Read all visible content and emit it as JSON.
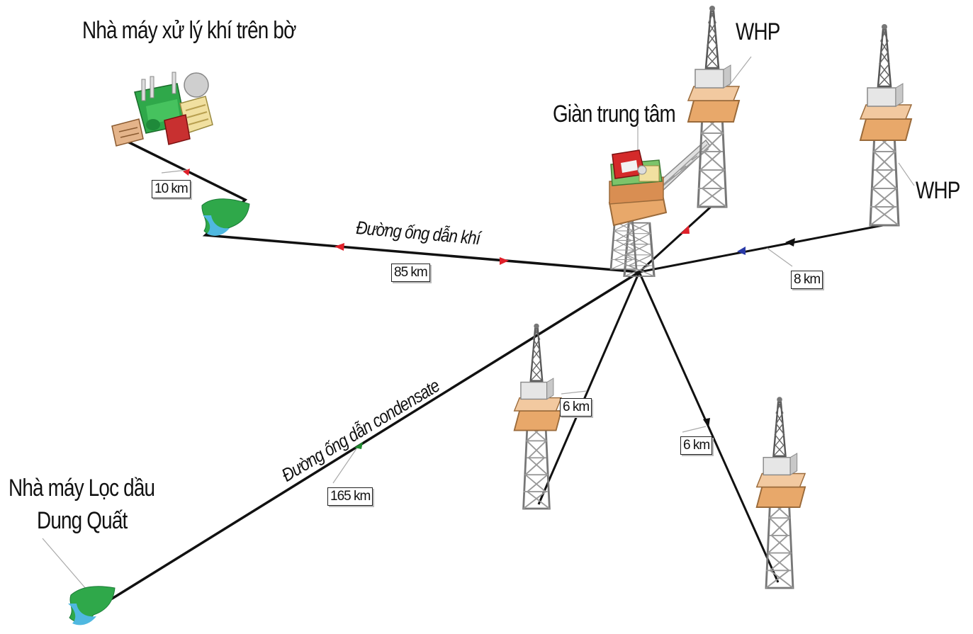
{
  "labels": {
    "gas_plant": "Nhà máy xử lý khí trên bờ",
    "wellhead_top": "WHP",
    "wellhead_right": "WHP",
    "central_platform": "Giàn trung tâm",
    "refinery_line1": "Nhà máy Lọc dầu",
    "refinery_line2": "Dung Quất"
  },
  "pipelines": {
    "gas": "Đường ống dẫn khí",
    "condensate": "Đường ống dẫn condensate"
  },
  "distances": {
    "shore_segment": "10 km",
    "gas_trunk": "85 km",
    "east_well": "8 km",
    "south_well": "6 km",
    "southeast_well": "6 km",
    "condensate_trunk": "165 km"
  },
  "colors": {
    "pipe": "#111111",
    "flow_arrow_gas": "#e0202a",
    "flow_arrow_condensate": "#1e8a2e",
    "flow_arrow_well": "#2a3aa8",
    "platform_deck": "#e8a86a",
    "platform_module_red": "#d42a2a",
    "platform_module_green": "#7cc46a",
    "jacket": "#8a8a8a"
  }
}
